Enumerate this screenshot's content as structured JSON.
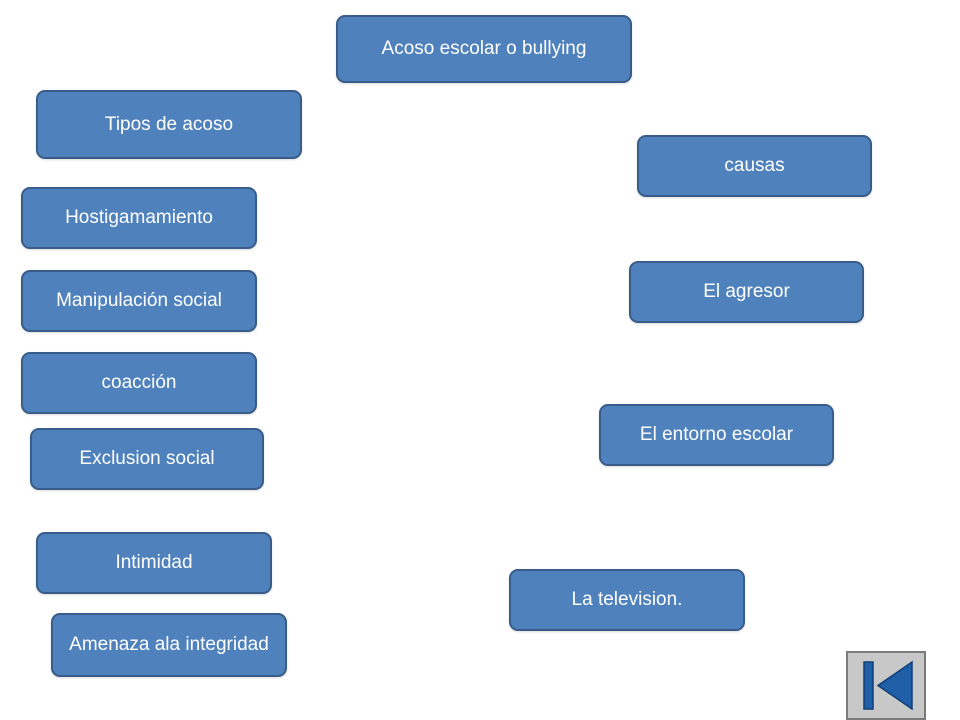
{
  "diagram": {
    "title": "Acoso escolar  o bullying",
    "left_column": {
      "heading": "Tipos de acoso",
      "items": [
        "Hostigamamiento",
        "Manipulación social",
        "coacción",
        "Exclusion social",
        "Intimidad",
        "Amenaza ala integridad"
      ]
    },
    "right_column": {
      "heading": "causas",
      "items": [
        "El agresor",
        "El entorno escolar",
        "La television."
      ]
    }
  },
  "navigation": {
    "button_icon": "skip-to-first-icon"
  },
  "colors": {
    "box_fill": "#4f81bd",
    "box_border": "#385d8a",
    "box_text": "#ffffff",
    "nav_button_fill": "#c8c8c8",
    "nav_icon": "#1f5fa8"
  }
}
